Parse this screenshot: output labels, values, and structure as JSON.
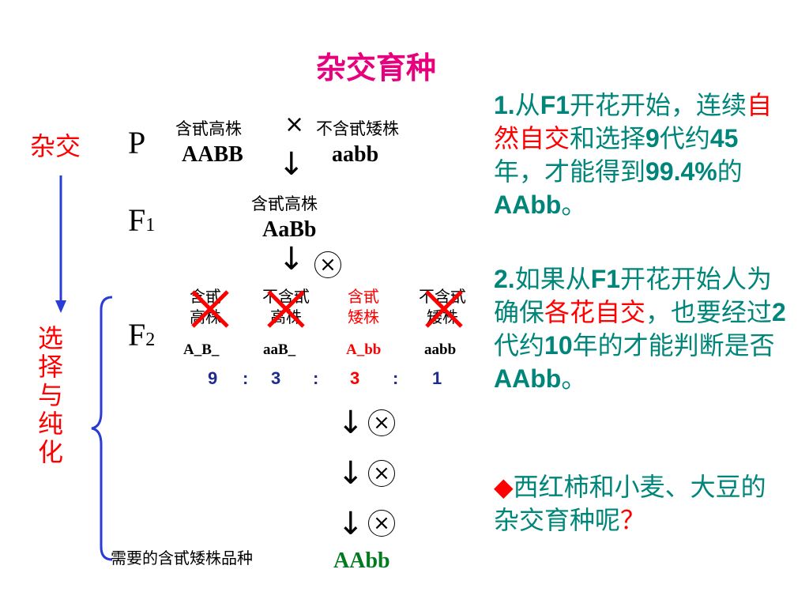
{
  "title": "杂交育种",
  "side": {
    "hybrid": "杂交",
    "select": "选\n择\n与\n纯\n化"
  },
  "generations": {
    "p": "P",
    "f1": "F",
    "f1_sub": "1",
    "f2": "F",
    "f2_sub": "2"
  },
  "p_row": {
    "left_trait": "含甙高株",
    "cross_symbol": "×",
    "right_trait": "不含甙矮株",
    "left_geno": "AABB",
    "right_geno": "aabb"
  },
  "f1_row": {
    "trait": "含甙高株",
    "geno": "AaBb"
  },
  "self_symbol": "⊗",
  "arrow": "↓",
  "f2_row": {
    "items": [
      {
        "trait": "含甙\n高株",
        "geno": "A_B_",
        "ratio": "9",
        "crossed": true,
        "highlight": false
      },
      {
        "trait": "不含甙\n高株",
        "geno": "aaB_",
        "ratio": "3",
        "crossed": true,
        "highlight": false
      },
      {
        "trait": "含甙\n矮株",
        "geno": "A_bb",
        "ratio": "3",
        "crossed": false,
        "highlight": true
      },
      {
        "trait": "不含甙\n矮株",
        "geno": "aabb",
        "ratio": "1",
        "crossed": true,
        "highlight": false
      }
    ],
    "separator": ":"
  },
  "result": {
    "label": "需要的含甙矮株品种",
    "geno": "AAbb"
  },
  "notes": {
    "n1": {
      "num": "1.",
      "a": "从",
      "b": "F1",
      "c": "开花开始，连续",
      "d": "自然自交",
      "e": "和选择",
      "f": "9",
      "g": "代约",
      "h": "45",
      "i": "年，才能得到",
      "j": "99.4%",
      "k": "的",
      "l": "AAbb",
      "m": "。"
    },
    "n2": {
      "num": "2.",
      "a": "如果从",
      "b": "F1",
      "c": "开花开始人为确保",
      "d": "各花自交",
      "e": "，也要经过",
      "f": "2",
      "g": "代约",
      "h": "10",
      "i": "年的才能判断是否",
      "j": "AAbb",
      "k": "。"
    },
    "n3": {
      "bullet": "◆",
      "text": "西红柿和小麦、大豆的杂交育种呢",
      "q": "？"
    }
  },
  "colors": {
    "title": "#e6007e",
    "red": "#ff0000",
    "teal": "#00857a",
    "blue": "#1f2c8f",
    "green": "#007a1f",
    "arrow_blue": "#2a3cd6",
    "bracket_blue": "#2a3cd6"
  }
}
